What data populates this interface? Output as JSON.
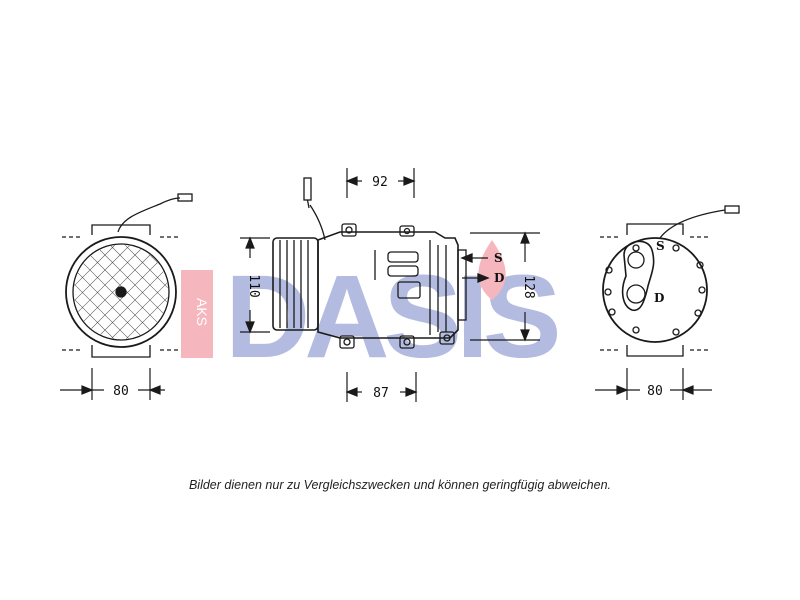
{
  "dimensions": {
    "front_width": "80",
    "top_offset": "92",
    "body_height": "110",
    "body_width": "87",
    "total_height": "128",
    "rear_width": "80"
  },
  "ports": {
    "suction": "S",
    "discharge": "D"
  },
  "watermark": {
    "brand": "DASIS",
    "prefix": "AKS"
  },
  "caption": "Bilder dienen nur zu Vergleichszwecken und können geringfügig abweichen.",
  "colors": {
    "watermark_blue": "#9aa6d6",
    "watermark_red": "#f2a0a8",
    "line": "#1a1a1a"
  }
}
